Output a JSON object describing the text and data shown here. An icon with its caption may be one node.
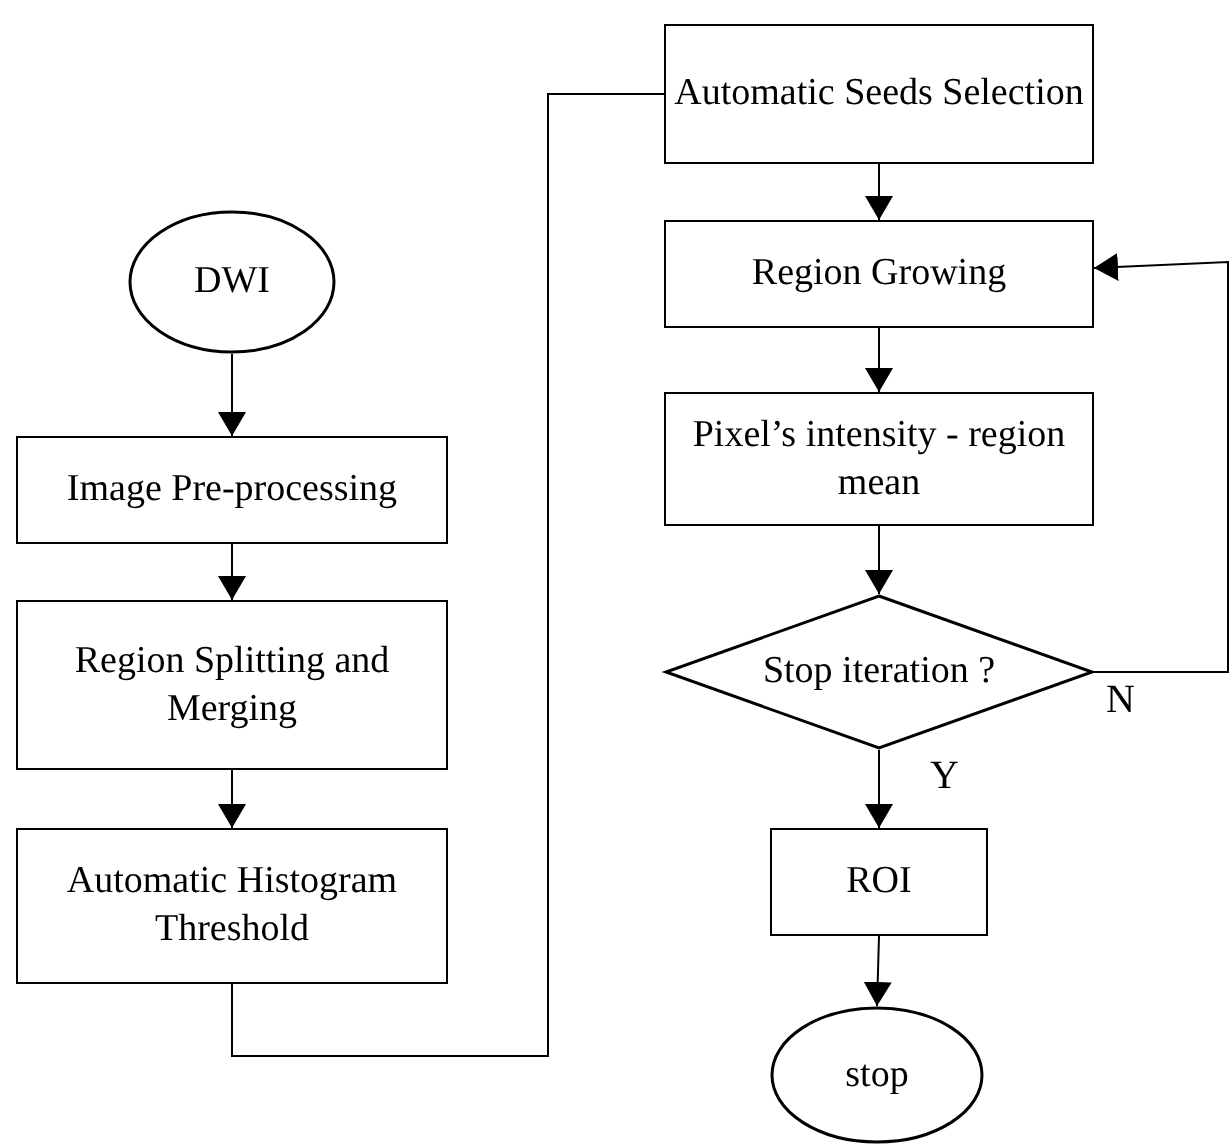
{
  "diagram": {
    "nodes": [
      {
        "text": [
          "DWI"
        ]
      },
      {
        "text": [
          "Image Pre-processing"
        ]
      },
      {
        "text": [
          "Region Splitting and Merging"
        ]
      },
      {
        "text": [
          "Automatic Histogram Threshold"
        ]
      },
      {
        "text": [
          "Automatic Seeds Selection"
        ]
      },
      {
        "text": [
          "Region Growing"
        ]
      },
      {
        "text": [
          "Pixel’s intensity - region mean"
        ]
      },
      {
        "text": [
          "Stop iteration ?"
        ]
      },
      {
        "text": [
          "ROI"
        ]
      },
      {
        "text": [
          "stop"
        ]
      }
    ],
    "edges": [
      {
        "from": 0,
        "to": 1,
        "arrow": "to"
      },
      {
        "from": 1,
        "to": 2,
        "arrow": "to"
      },
      {
        "from": 2,
        "to": 3,
        "arrow": "to"
      },
      {
        "from": 3,
        "to": 4,
        "arrow": "none"
      },
      {
        "from": 4,
        "to": 5,
        "arrow": "to"
      },
      {
        "from": 5,
        "to": 6,
        "arrow": "to"
      },
      {
        "from": 6,
        "to": 7,
        "arrow": "to"
      },
      {
        "from": 7,
        "to": 5,
        "arrow": "to",
        "label": "N"
      },
      {
        "from": 7,
        "to": 8,
        "arrow": "to",
        "label": "Y"
      },
      {
        "from": 8,
        "to": 9,
        "arrow": "to"
      }
    ]
  }
}
